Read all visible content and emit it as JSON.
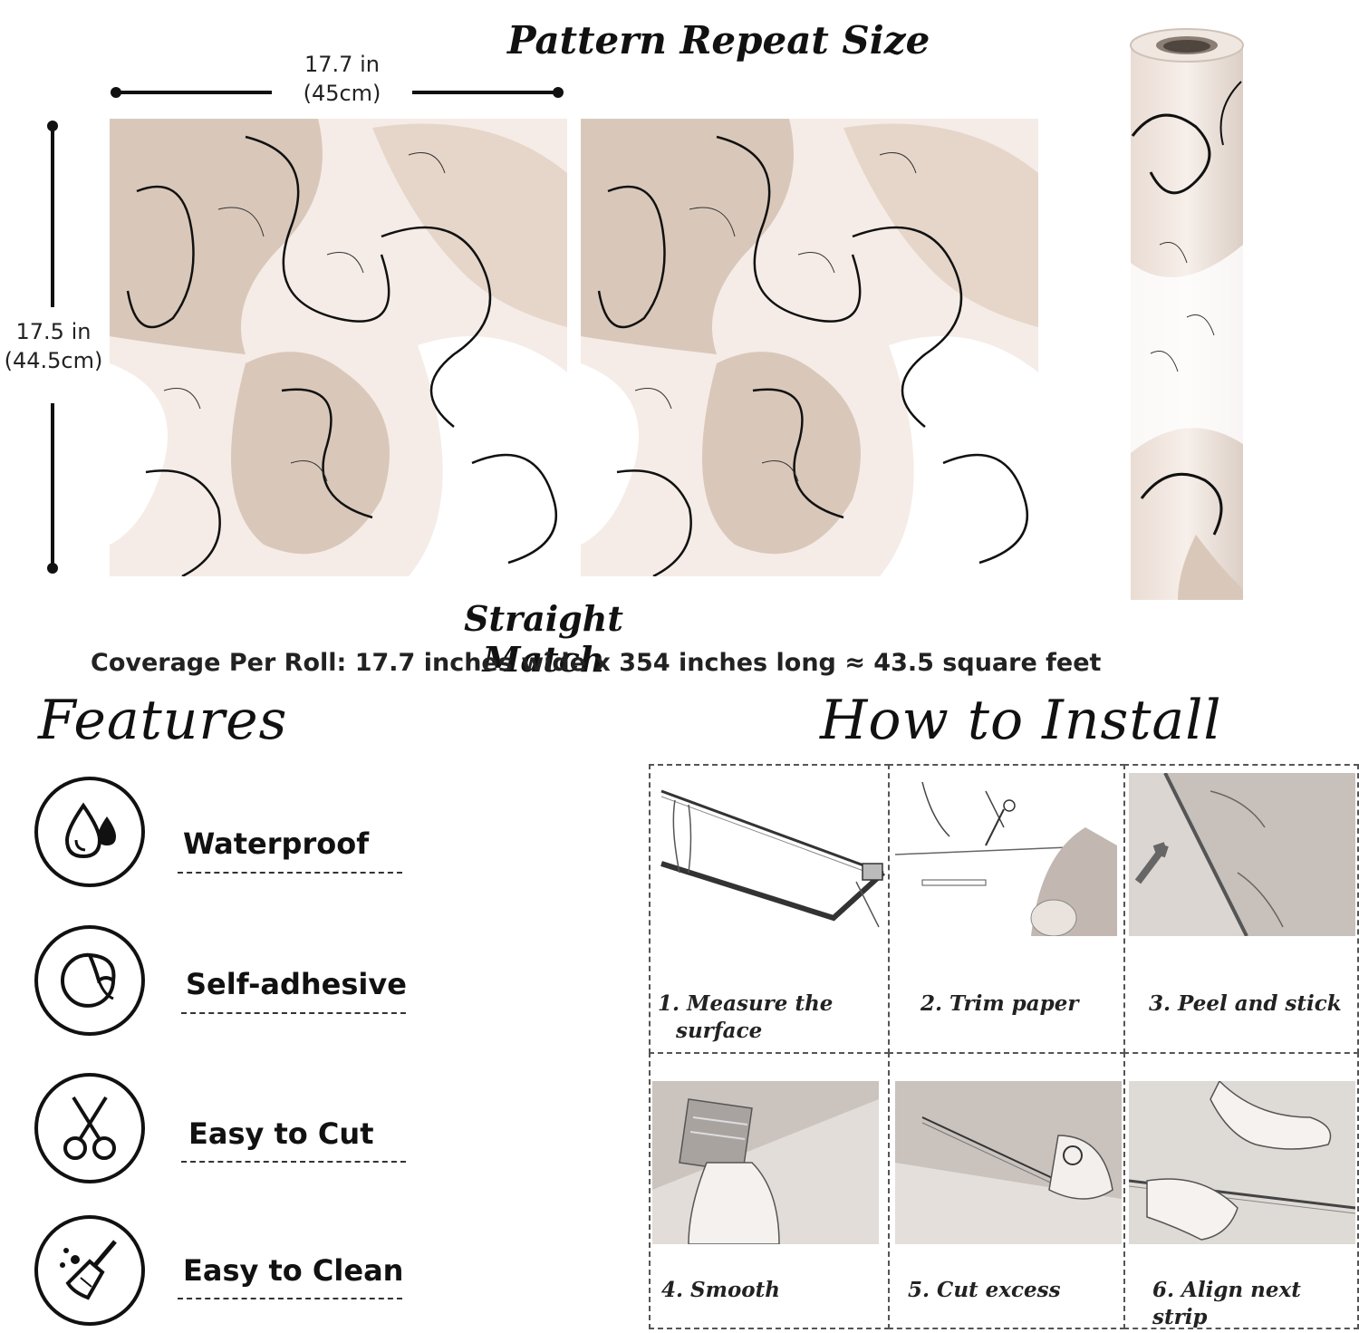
{
  "pattern": {
    "title": "Pattern Repeat Size",
    "width_label": "17.7 in\n(45cm)",
    "width_in": "17.7 in",
    "width_cm": "(45cm)",
    "height_in": "17.5 in",
    "height_cm": "(44.5cm)",
    "match": "Straight Match",
    "coverage": "Coverage Per Roll: 17.7 inches wide x 354 inches long ≈ 43.5 square feet"
  },
  "colors": {
    "beige_dark": "#d9c8ba",
    "beige_light": "#f2e6dc",
    "blush": "#f5ece7",
    "line": "#111111"
  },
  "features": {
    "title": "Features",
    "items": [
      {
        "label": "Waterproof",
        "icon": "water-drop-icon"
      },
      {
        "label": "Self-adhesive",
        "icon": "peel-sticker-icon"
      },
      {
        "label": "Easy to Cut",
        "icon": "scissors-icon"
      },
      {
        "label": "Easy to Clean",
        "icon": "broom-icon"
      }
    ]
  },
  "install": {
    "title": "How to Install",
    "steps": [
      {
        "label": "1. Measure the",
        "label2": "surface"
      },
      {
        "label": "2. Trim paper",
        "label2": ""
      },
      {
        "label": "3. Peel and stick",
        "label2": ""
      },
      {
        "label": "4. Smooth",
        "label2": ""
      },
      {
        "label": "5. Cut excess",
        "label2": ""
      },
      {
        "label": "6. Align next strip",
        "label2": ""
      }
    ]
  }
}
